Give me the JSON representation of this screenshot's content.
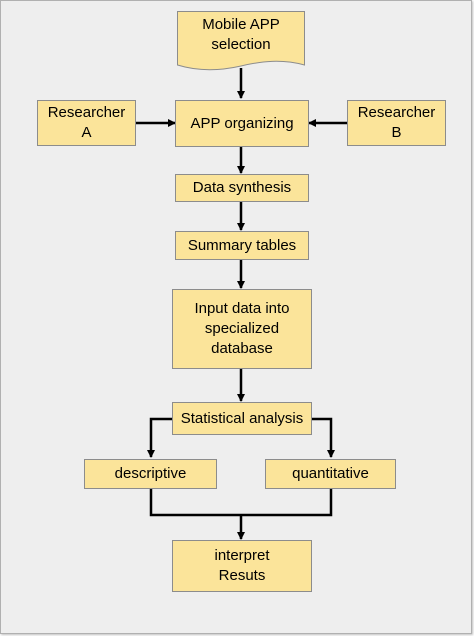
{
  "colors": {
    "background": "#eeeeee",
    "box_fill": "#fbe49a",
    "box_border": "#8c8c8c",
    "connector": "#000000"
  },
  "nodes": {
    "mobile_app_selection": "Mobile APP\nselection",
    "researcher_a": "Researcher\nA",
    "app_organizing": "APP organizing",
    "researcher_b": "Researcher\nB",
    "data_synthesis": "Data synthesis",
    "summary_tables": "Summary tables",
    "input_data": "Input data into\nspecialized\ndatabase",
    "statistical_analysis": "Statistical analysis",
    "descriptive": "descriptive",
    "quantitative": "quantitative",
    "interpret_results": "interpret\nResuts"
  }
}
